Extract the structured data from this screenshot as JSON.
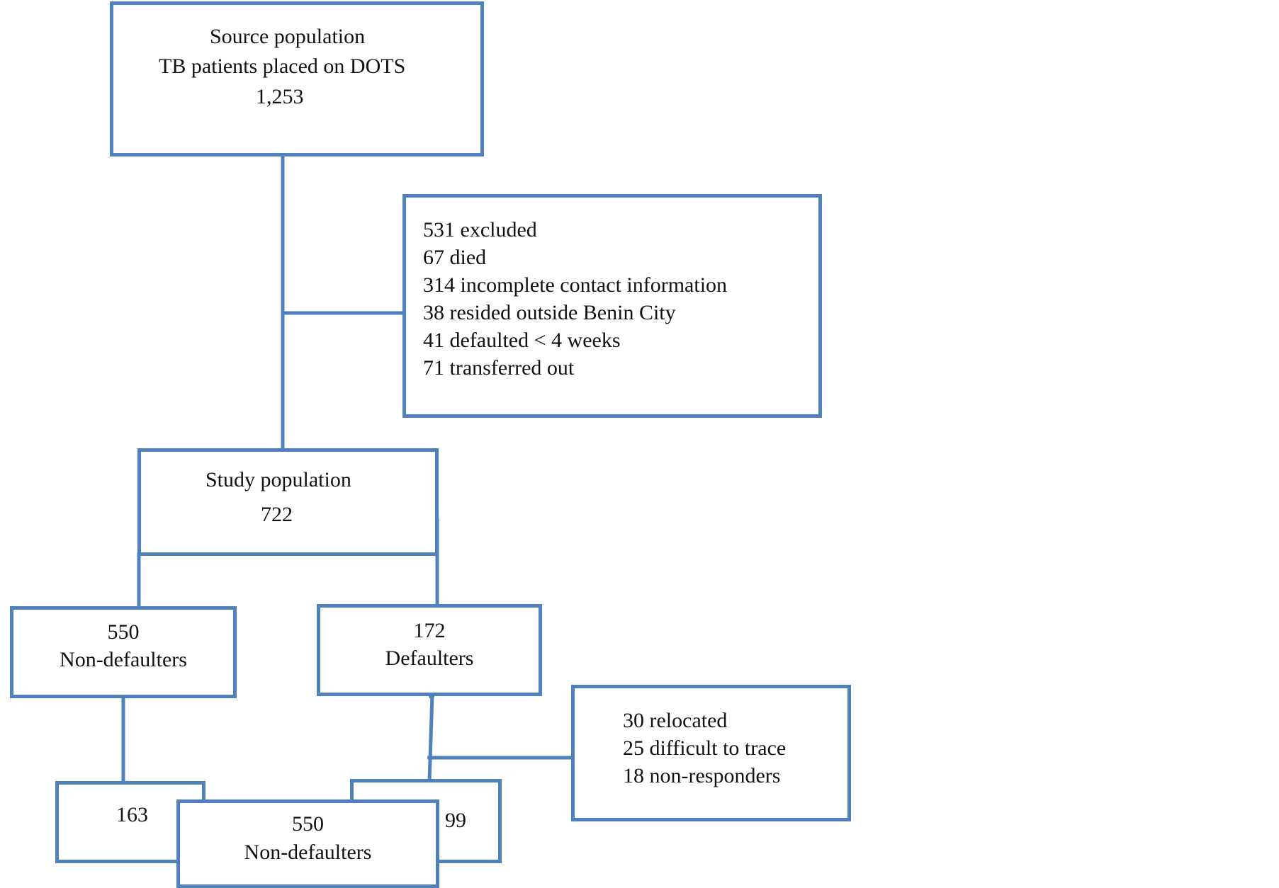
{
  "source": {
    "line1": "Source population",
    "line2": "TB patients placed on DOTS",
    "count": "1,253"
  },
  "excluded": {
    "items": [
      "531 excluded",
      "67 died",
      "314 incomplete contact information",
      "38 resided outside Benin City",
      "41 defaulted < 4 weeks",
      "71 transferred out"
    ]
  },
  "study": {
    "label": "Study population",
    "count": "722"
  },
  "nondefaulters": {
    "count": "550",
    "label": "Non-defaulters"
  },
  "defaulters": {
    "count": "172",
    "label": "Defaulters"
  },
  "lost": {
    "items": [
      "30 relocated",
      "25 difficult to trace",
      "18 non-responders"
    ]
  },
  "final_left": {
    "count": "163"
  },
  "final_right": {
    "count": "99"
  },
  "final_front": {
    "count": "550",
    "label": "Non-defaulters"
  },
  "colors": {
    "border": "#4f81bd",
    "text": "#111111"
  }
}
